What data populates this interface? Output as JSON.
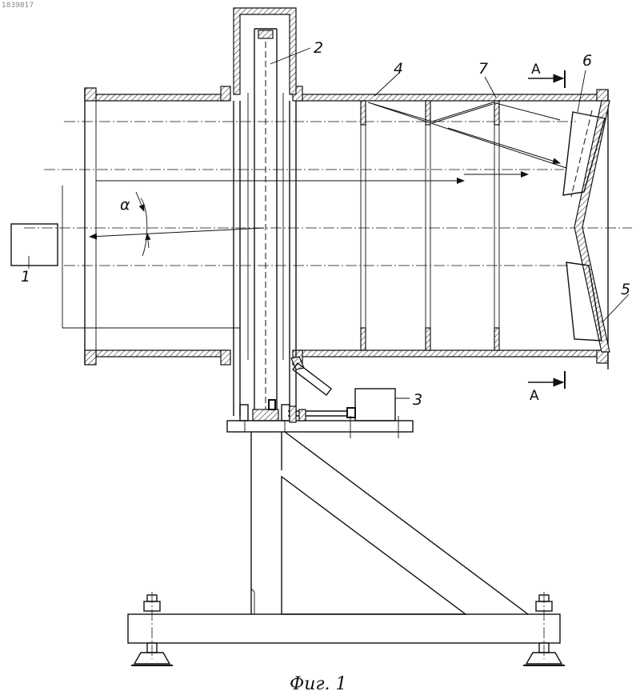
{
  "document": {
    "number": "1839817"
  },
  "labels": {
    "l1": "1",
    "l2": "2",
    "l3": "3",
    "l4": "4",
    "l5": "5",
    "l6": "6",
    "l7": "7",
    "alpha": "α",
    "section_a_top": "A",
    "section_a_bottom": "A"
  },
  "caption": "Фиг. 1"
}
